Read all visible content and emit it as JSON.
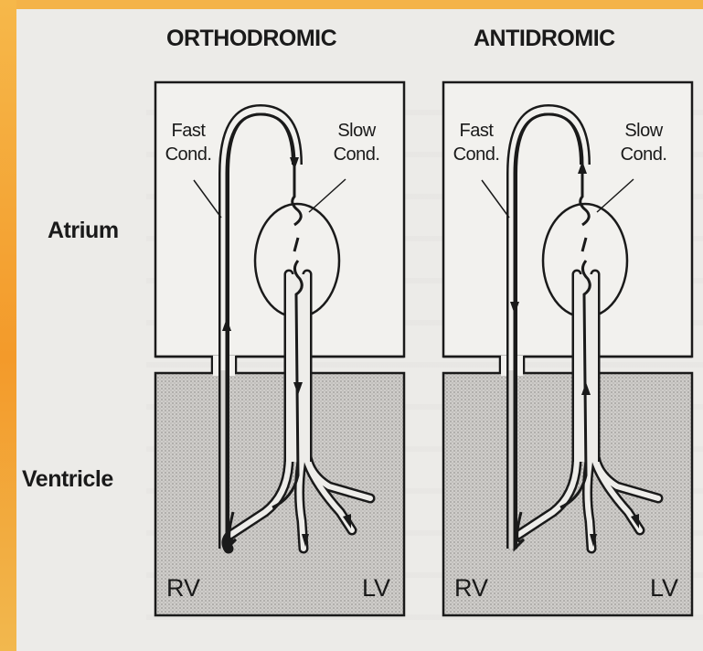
{
  "panels": [
    {
      "title": "ORTHODROMIC",
      "fast_label_1": "Fast",
      "fast_label_2": "Cond.",
      "slow_label_1": "Slow",
      "slow_label_2": "Cond.",
      "rv": "RV",
      "lv": "LV"
    },
    {
      "title": "ANTIDROMIC",
      "fast_label_1": "Fast",
      "fast_label_2": "Cond.",
      "slow_label_1": "Slow",
      "slow_label_2": "Cond.",
      "rv": "RV",
      "lv": "LV"
    }
  ],
  "row_labels": {
    "atrium": "Atrium",
    "ventricle": "Ventricle"
  },
  "colors": {
    "ink": "#1a1a1a",
    "ventricle_fill": "#c9c7c4",
    "atrium_fill": "#f2f1ee",
    "accent_edge": "#f3a43a"
  }
}
